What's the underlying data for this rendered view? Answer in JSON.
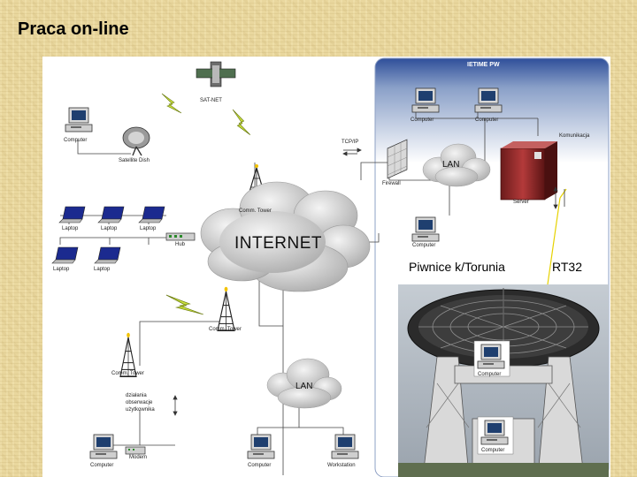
{
  "slide": {
    "title": "Praca on-line"
  },
  "diagram": {
    "labels": {
      "sat_net": "SAT-NET",
      "computer_top": "Computer",
      "satellite_dish": "Satellite Dish",
      "comm_tower_top": "Comm. Tower",
      "tcpip": "TCP/IP",
      "firewall": "Firewall",
      "laptop_1": "Laptop",
      "laptop_2": "Laptop",
      "laptop_3": "Laptop",
      "laptop_4": "Laptop",
      "laptop_5": "Laptop",
      "hub": "Hub",
      "internet": "INTERNET",
      "comm_tower_mid": "Comm. Tower",
      "comm_tower_low": "Comm. Tower",
      "remote_note": "działania obserwacje użytkownika",
      "lan_bottom": "LAN",
      "computer_bl": "Computer",
      "modem": "Modem",
      "computer_bm": "Computer",
      "workstation": "Workstation"
    },
    "panel": {
      "title": "IETIME PW",
      "computer_1": "Computer",
      "computer_2": "Computer",
      "komunikacja": "Komunikacja",
      "lan": "LAN",
      "server": "Server",
      "computer_3": "Computer"
    },
    "radio": {
      "location": "Piwnice k/Torunia",
      "telescope": "RT32",
      "computer_1": "Computer",
      "computer_2": "Computer"
    }
  }
}
